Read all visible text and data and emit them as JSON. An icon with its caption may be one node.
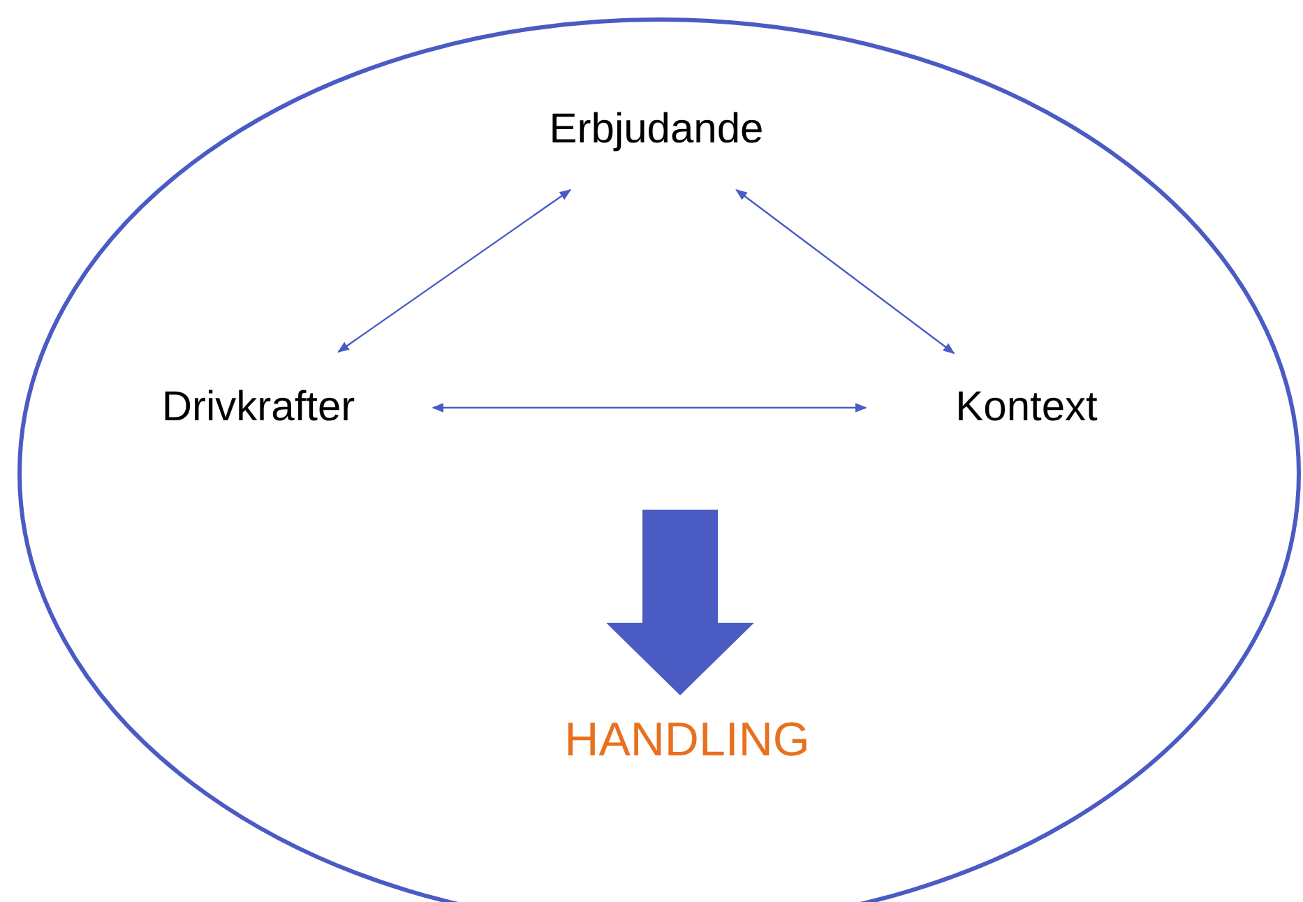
{
  "diagram": {
    "nodes": [
      {
        "text": [],
        "shape": "ellipse"
      },
      {
        "text": [
          "Erbjudande"
        ],
        "in": 0
      },
      {
        "text": [
          "Drivkrafter"
        ],
        "in": 0
      },
      {
        "text": [
          "Kontext"
        ],
        "in": 0
      },
      {
        "text": [
          "HANDLING"
        ],
        "in": 0
      }
    ],
    "edges": [
      {
        "from": 1,
        "to": 2,
        "arrow": "both"
      },
      {
        "from": 1,
        "to": 3,
        "arrow": "both"
      },
      {
        "from": 2,
        "to": 3,
        "arrow": "both"
      },
      {
        "from": null,
        "to": 4,
        "arrow": "to",
        "style": "thick"
      }
    ]
  }
}
